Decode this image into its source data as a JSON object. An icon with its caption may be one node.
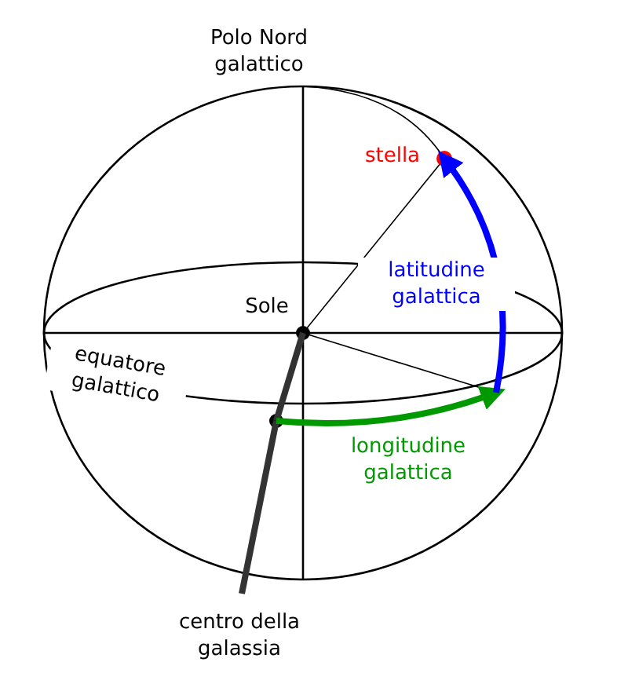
{
  "diagram": {
    "nodes": [
      {
        "text": [
          "Sole"
        ]
      },
      {
        "text": [
          "stella"
        ]
      },
      {
        "text": [],
        "shape": "circle"
      },
      {
        "text": [
          "centro della galassia"
        ]
      }
    ],
    "edges": [
      {
        "from": 0,
        "to": 2,
        "arrow": "none",
        "color": "#333333"
      },
      {
        "from": 2,
        "to": 3,
        "arrow": "none",
        "color": "#333333"
      },
      {
        "from": 2,
        "to": null,
        "arrow": "to",
        "label": "longitudine galattica",
        "color": "#009900"
      },
      {
        "from": null,
        "to": 1,
        "arrow": "to",
        "label": "latitudine galattica",
        "color": "#0000ff"
      }
    ],
    "labels": [
      "Polo Nord galattico",
      "equatore galattico"
    ]
  }
}
